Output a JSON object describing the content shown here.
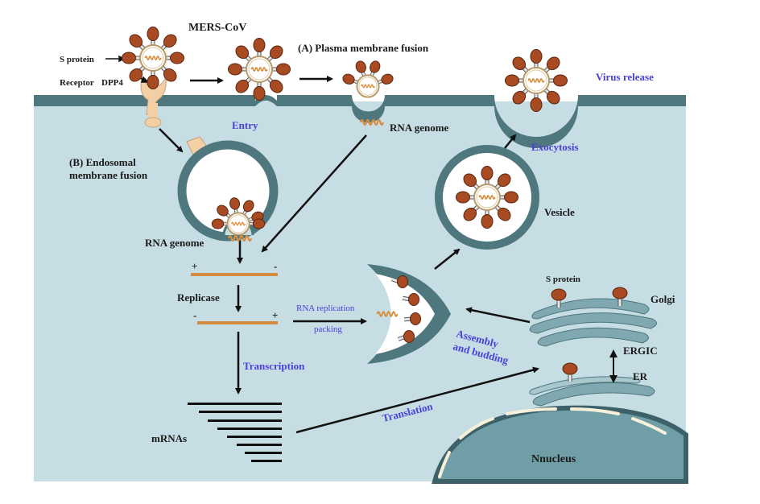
{
  "colors": {
    "cell": "#c6dde3",
    "membrane": "#4f777e",
    "membrane_dark": "#3d6168",
    "spike": "#a84a22",
    "spike_stem": "#e8e8e8",
    "receptor": "#f3cfa6",
    "rna": "#d98d3b",
    "strand": "#d48a3c",
    "label_black": "#1a1a1a",
    "label_blue": "#4a3fd8",
    "nucleus": "#6f9ea6",
    "nucleus_pore": "#f6efd9",
    "golgi": "#7fa8b0"
  },
  "labels": {
    "mers_cov": "MERS-CoV",
    "s_protein_left": "S protein",
    "receptor": "Receptor",
    "dpp4": "DPP4",
    "plasma_fusion": "(A) Plasma membrane fusion",
    "virus_release": "Virus release",
    "entry": "Entry",
    "rna_genome_top": "RNA genome",
    "exocytosis": "Exocytosis",
    "endosomal_line1": "(B) Endosomal",
    "endosomal_line2": "membrane fusion",
    "vesicle": "Vesicle",
    "rna_genome_left": "RNA genome",
    "plus_top": "+",
    "minus_top": "-",
    "replicase": "Replicase",
    "minus_bottom": "-",
    "plus_bottom": "+",
    "rna_replication": "RNA replication",
    "packing": "packing",
    "assembly": "Assembly",
    "and_budding": "and budding",
    "s_protein_golgi": "S protein",
    "golgi": "Golgi",
    "ergic": "ERGIC",
    "er": "ER",
    "transcription": "Transcription",
    "translation": "Translation",
    "mrnas": "mRNAs",
    "nucleus": "Nnucleus"
  }
}
